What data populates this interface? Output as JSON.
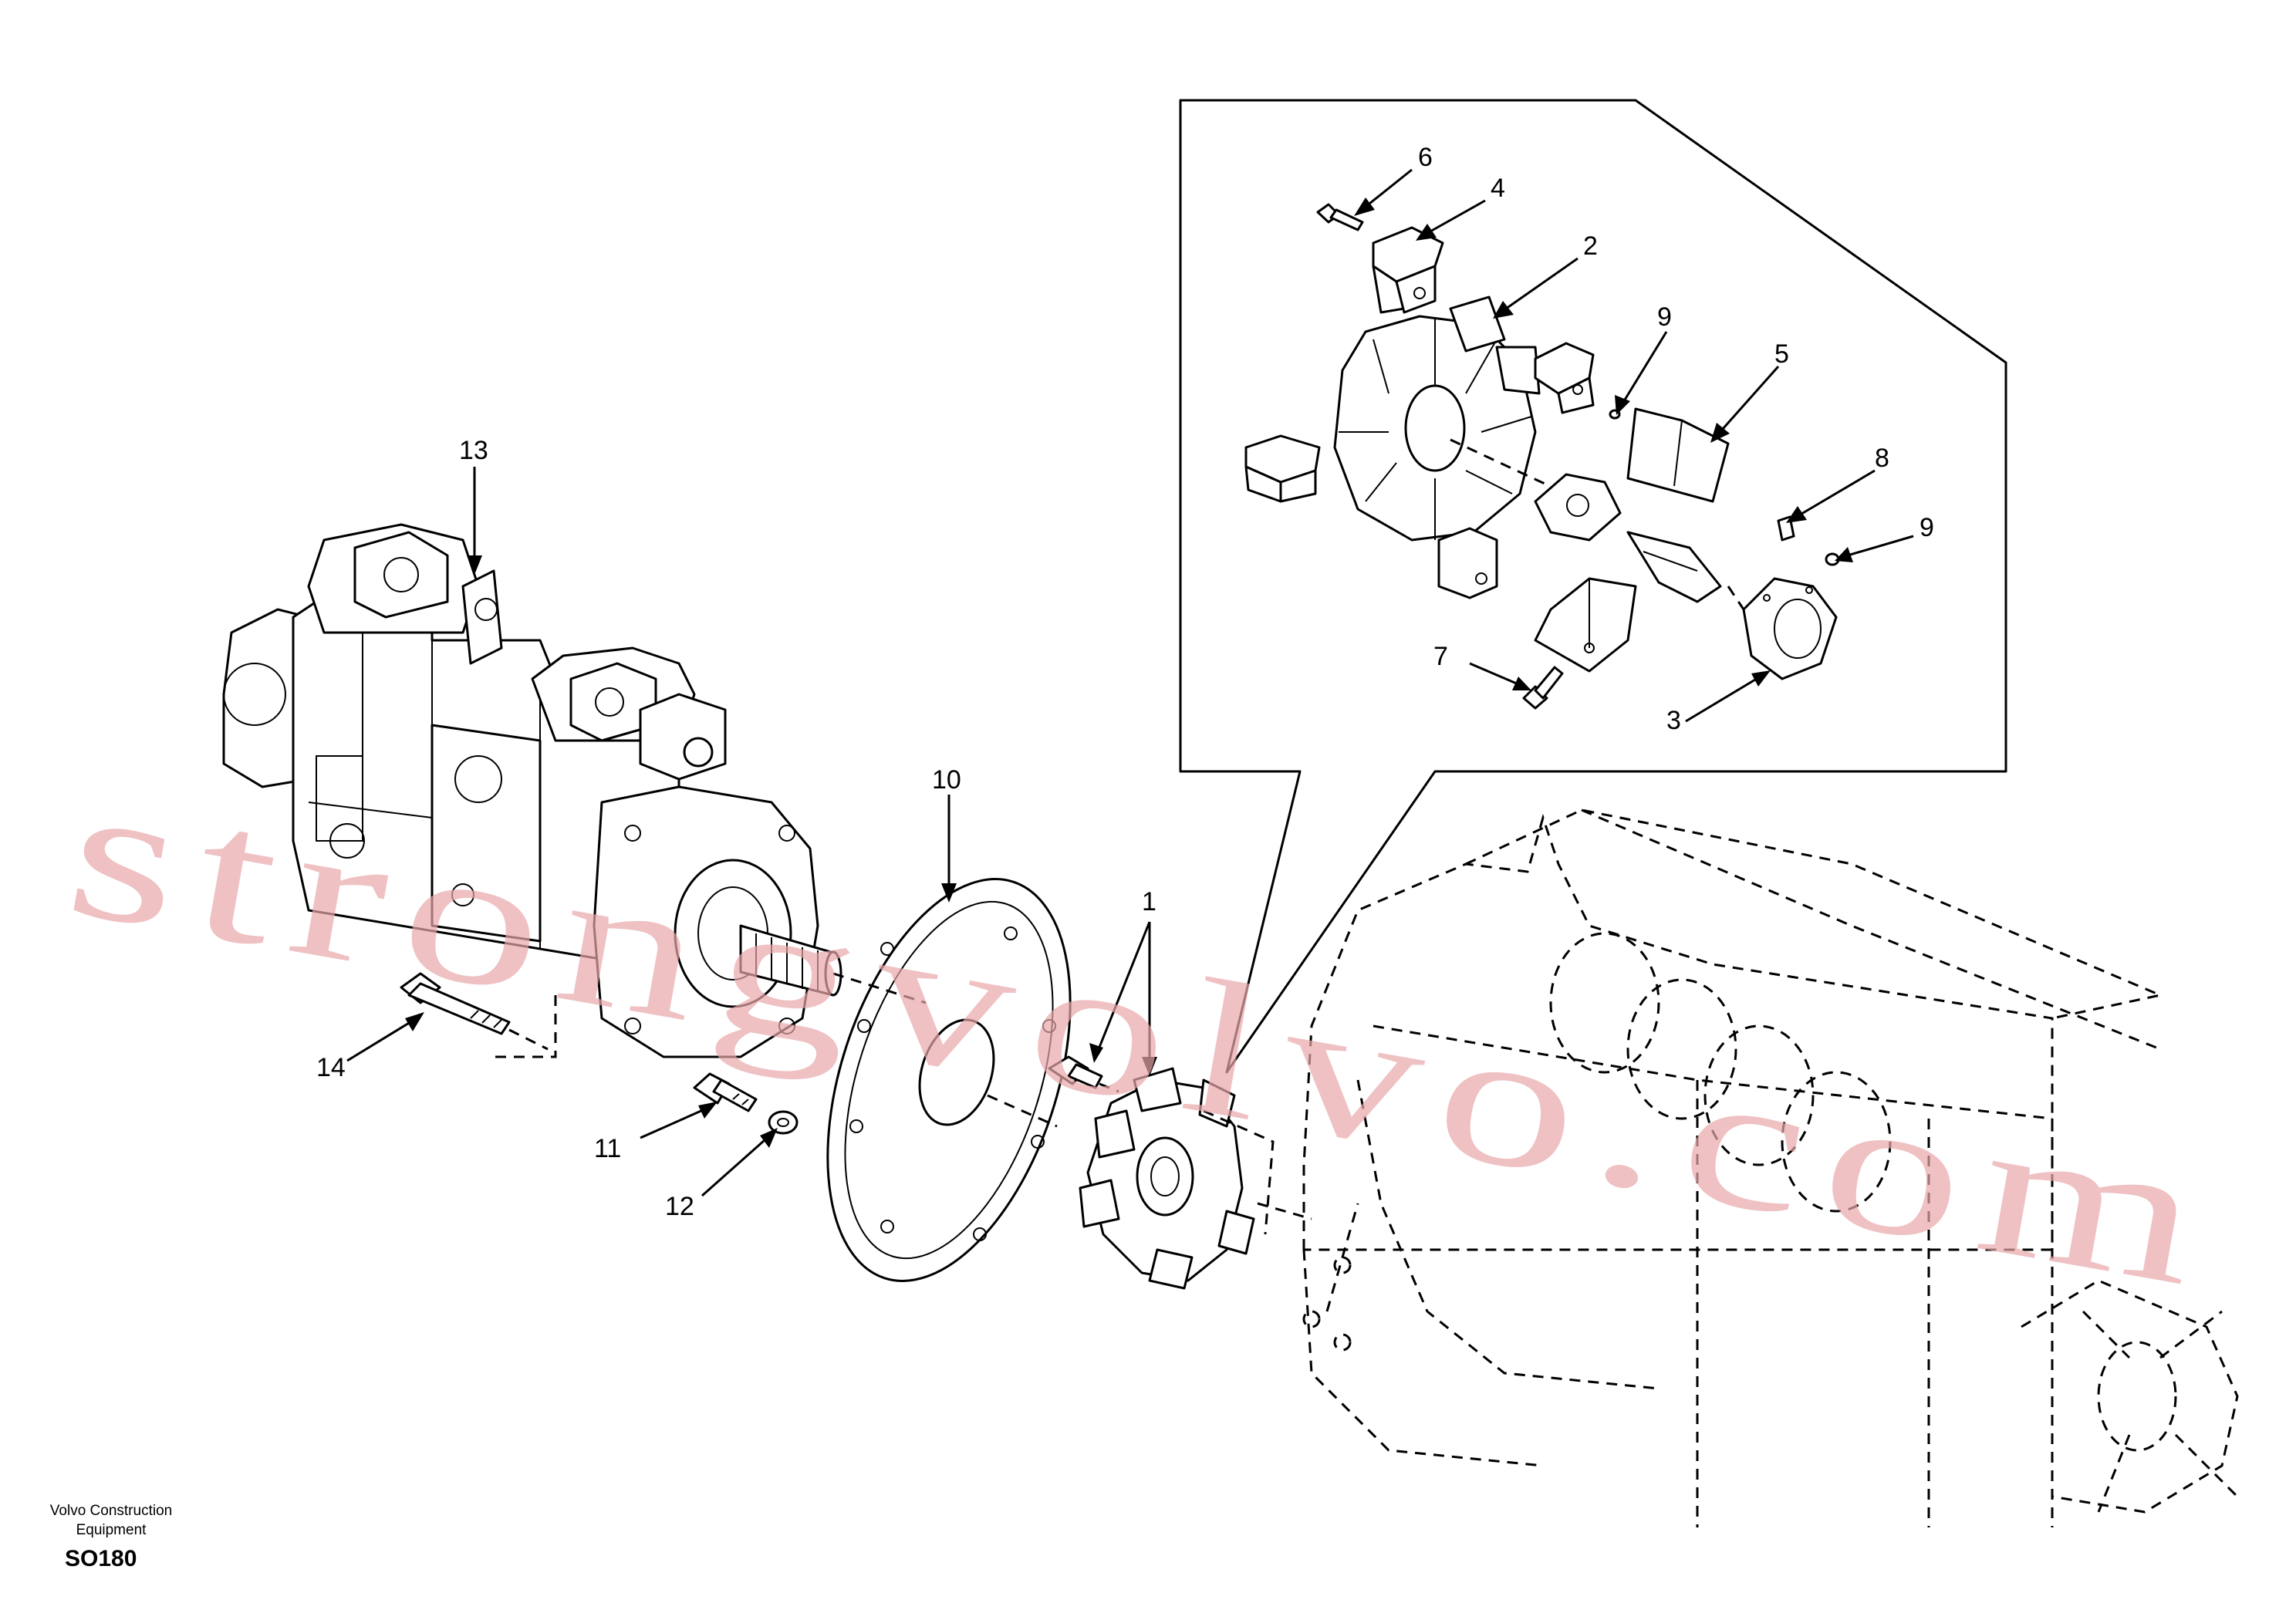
{
  "brand": {
    "line1": "Volvo Construction",
    "line2": "Equipment"
  },
  "document_code": "SO180",
  "watermark": "strongvolvo.com",
  "callouts": {
    "c1": "1",
    "c2": "2",
    "c3": "3",
    "c4": "4",
    "c5": "5",
    "c6": "6",
    "c7": "7",
    "c8": "8",
    "c9a": "9",
    "c9b": "9",
    "c10": "10",
    "c11": "11",
    "c12": "12",
    "c13": "13",
    "c14": "14"
  },
  "colors": {
    "line": "#000000",
    "watermark": "#e8a7aa",
    "background": "#ffffff"
  }
}
